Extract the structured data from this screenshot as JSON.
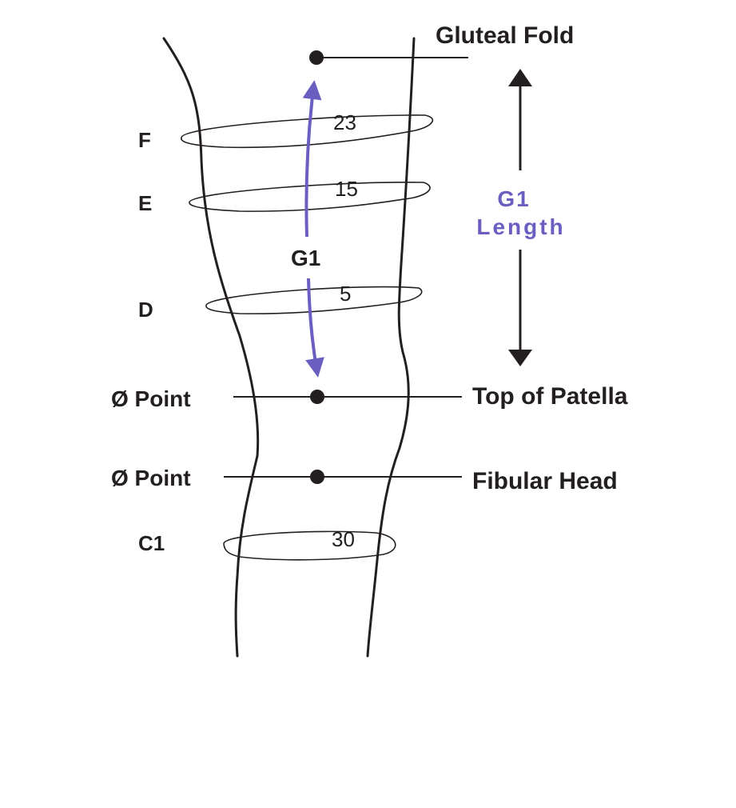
{
  "colors": {
    "ink": "#231f20",
    "accent": "#6a5fc1",
    "background": "#ffffff"
  },
  "landmarks": {
    "gluteal_fold": "Gluteal Fold",
    "top_of_patella": "Top of Patella",
    "fibular_head": "Fibular Head"
  },
  "zero_points": {
    "upper": "Ø Point",
    "lower": "Ø Point"
  },
  "circumferences": {
    "F": {
      "label": "F",
      "value": "23"
    },
    "E": {
      "label": "E",
      "value": "15"
    },
    "D": {
      "label": "D",
      "value": "5"
    },
    "C1": {
      "label": "C1",
      "value": "30"
    }
  },
  "measurement": {
    "arrow_label": "G1",
    "length_label_line1": "G1",
    "length_label_line2": "Length"
  }
}
